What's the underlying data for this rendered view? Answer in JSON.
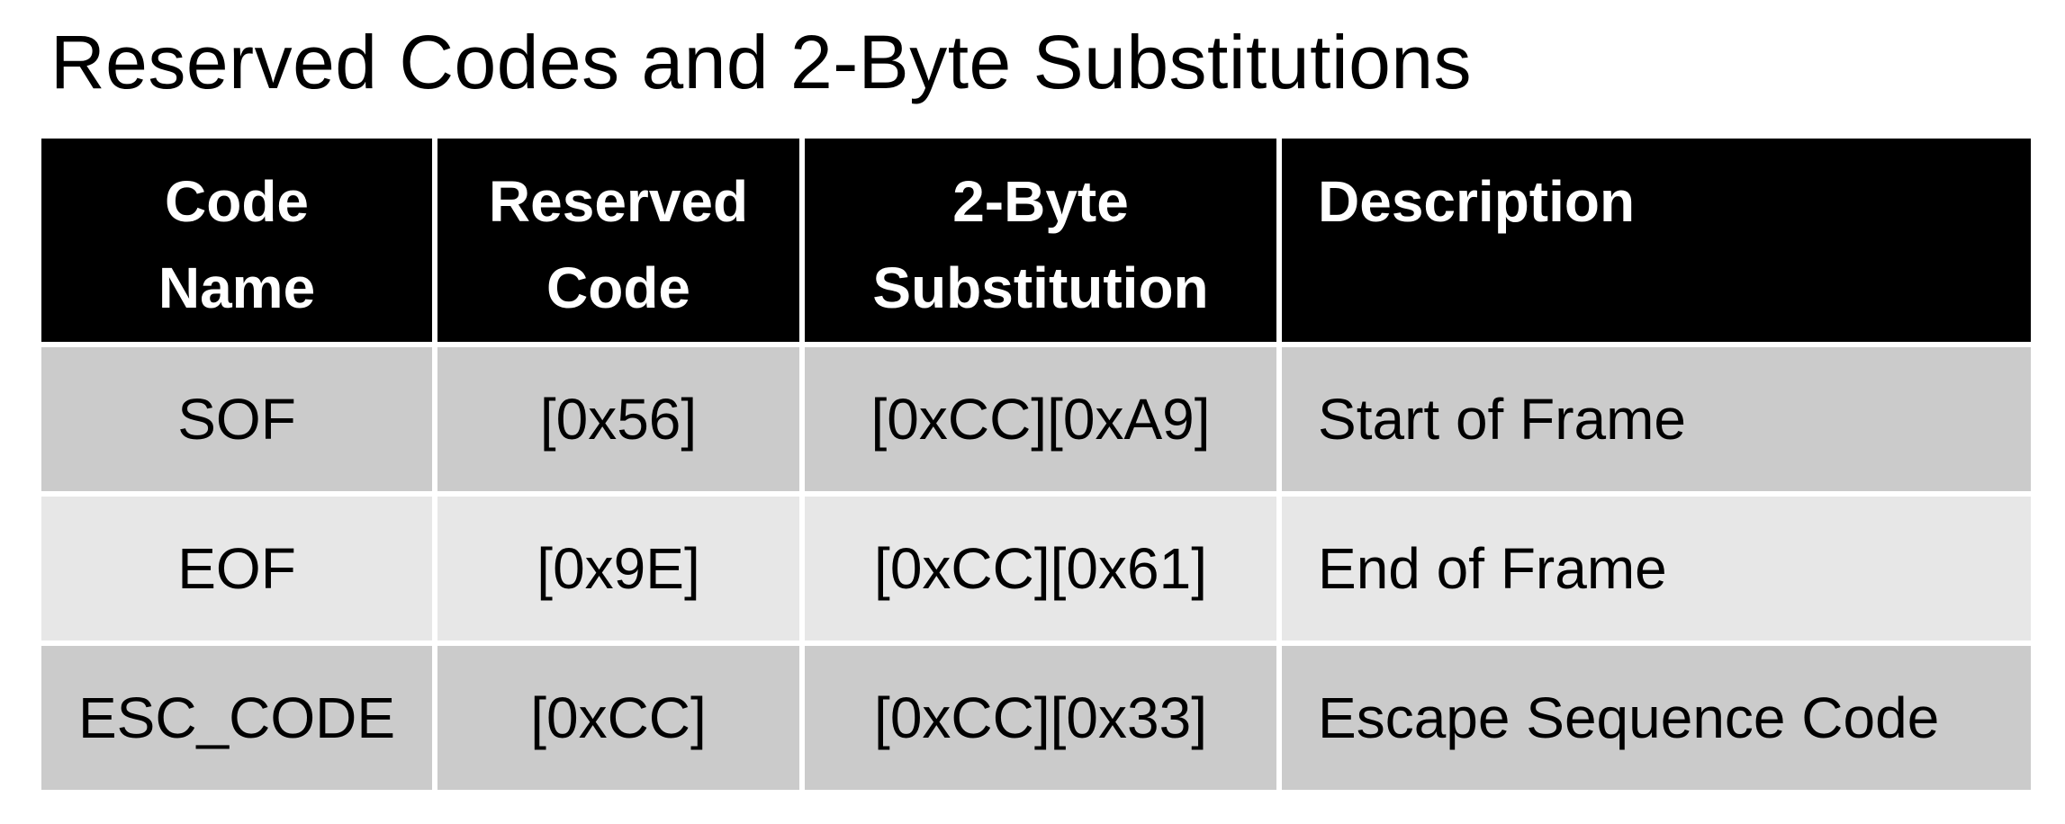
{
  "title": "Reserved Codes and 2-Byte Substitutions",
  "table": {
    "headers": [
      [
        "Code",
        "Name"
      ],
      [
        "Reserved",
        "Code"
      ],
      [
        "2-Byte",
        "Substitution"
      ],
      [
        "Description"
      ]
    ],
    "rows": [
      {
        "code_name": "SOF",
        "reserved_code": "[0x56]",
        "substitution": "[0xCC][0xA9]",
        "description": "Start of Frame"
      },
      {
        "code_name": "EOF",
        "reserved_code": "[0x9E]",
        "substitution": "[0xCC][0x61]",
        "description": "End of Frame"
      },
      {
        "code_name": "ESC_CODE",
        "reserved_code": "[0xCC]",
        "substitution": "[0xCC][0x33]",
        "description": "Escape Sequence Code"
      }
    ]
  },
  "colors": {
    "header_bg": "#000000",
    "header_text": "#ffffff",
    "row_odd_bg": "#cbcbcb",
    "row_even_bg": "#e7e7e7",
    "body_text": "#000000"
  }
}
